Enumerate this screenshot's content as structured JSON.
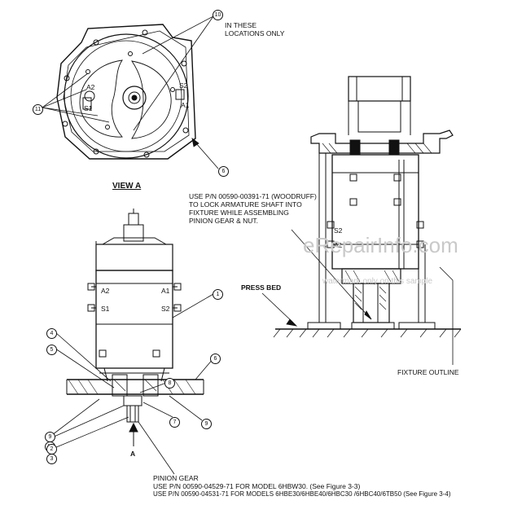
{
  "view_label": "VIEW A",
  "note_locations": [
    "IN THESE",
    "LOCATIONS ONLY"
  ],
  "woodruff_note": [
    "USE P/N 00590-00391-71 (WOODRUFF)",
    "TO LOCK ARMATURE SHAFT INTO",
    "FIXTURE WHILE ASSEMBLING",
    "PINION GEAR & NUT."
  ],
  "press_bed": "PRESS BED",
  "fixture_outline": "FIXTURE OUTLINE",
  "arrow_label": "A",
  "pinion_note": [
    "PINION GEAR",
    "USE P/N 00590-04529-71  FOR MODEL 6HBW30. (See Figure 3-3)",
    "USE P/N 00590-04531-71  FOR MODELS 6HBE30/6HBE40/6HBC30 /6HBC40/6TB50 (See Figure 3-4)"
  ],
  "terminals": {
    "s2": "S2",
    "a1": "A1",
    "s1": "S1",
    "a2": "A2"
  },
  "callouts": {
    "c10": "10",
    "c11": "11",
    "c6": "6",
    "c1": "1",
    "c4": "4",
    "c5": "5",
    "c7": "7",
    "c8": "8",
    "c9": "9",
    "c2": "2",
    "c3": "3"
  },
  "watermark": {
    "main": "eRepairInfo.com",
    "sub": "watermark only on this sample"
  }
}
